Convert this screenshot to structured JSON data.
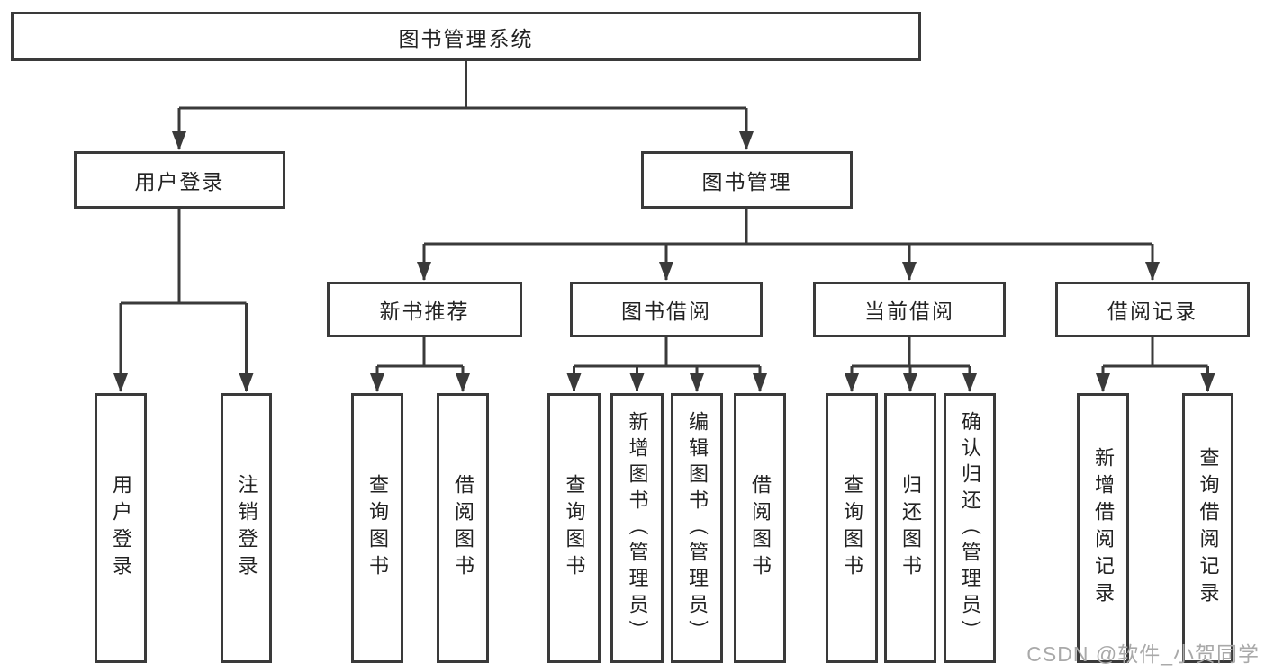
{
  "tree": {
    "root": "图书管理系统",
    "user_login": "用户登录",
    "book_manage": "图书管理",
    "login_children": [
      "用户登录",
      "注销登录"
    ],
    "modules": [
      "新书推荐",
      "图书借阅",
      "当前借阅",
      "借阅记录"
    ],
    "recommend_children": [
      "查询图书",
      "借阅图书"
    ],
    "borrow_children": [
      "查询图书",
      "新增图书（管理员）",
      "编辑图书（管理员）",
      "借阅图书"
    ],
    "current_children": [
      "查询图书",
      "归还图书",
      "确认归还（管理员）"
    ],
    "record_children": [
      "新增借阅记录",
      "查询借阅记录"
    ]
  },
  "watermark": "CSDN @软件_小贺同学",
  "colors": {
    "line": "#3a3a3a",
    "text": "#222222",
    "watermark": "#a9a9a9",
    "background": "#ffffff"
  }
}
